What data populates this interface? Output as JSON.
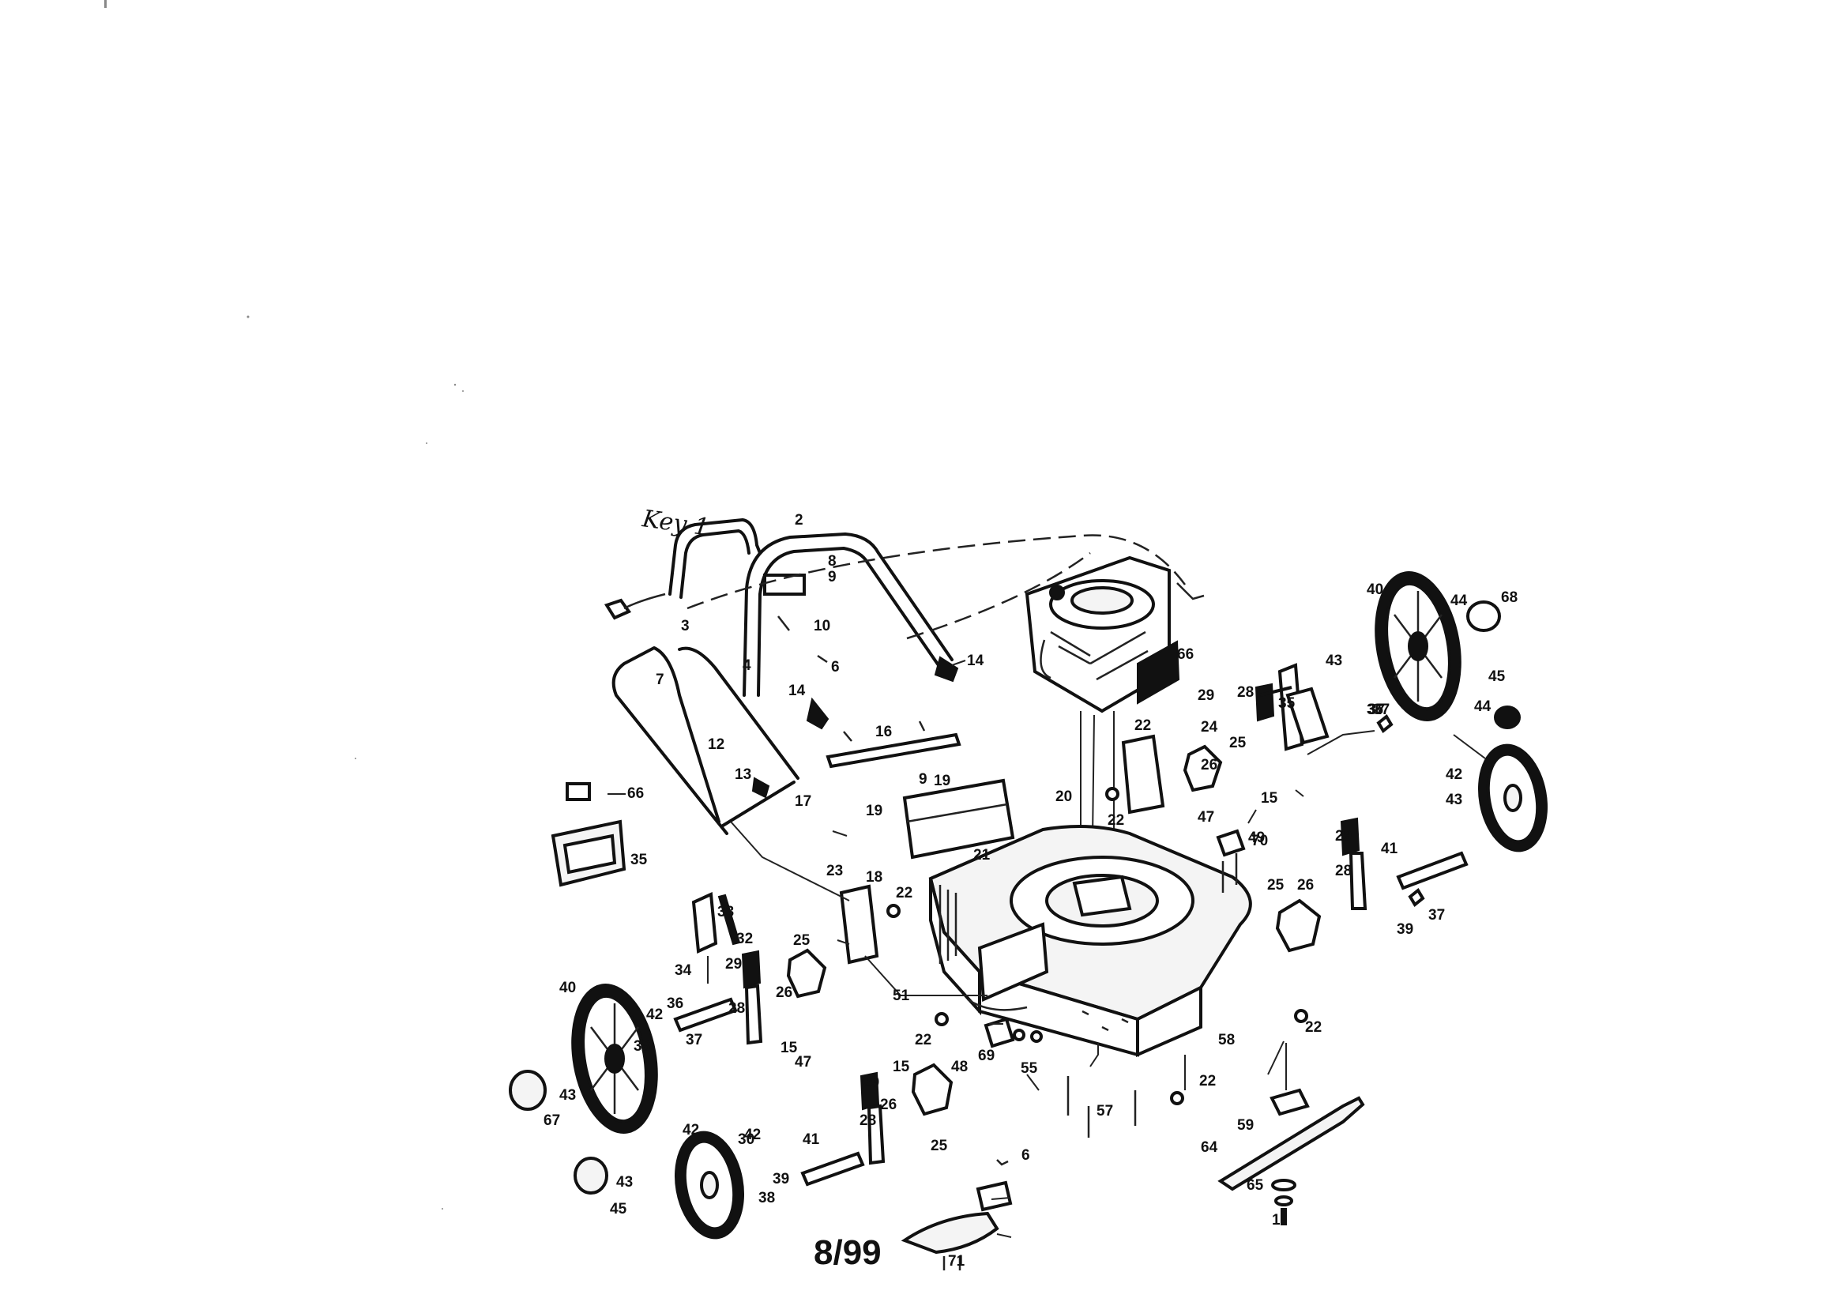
{
  "diagram": {
    "date_stamp": "8/99",
    "handwritten_note": "Key 1"
  },
  "callouts": [
    "1",
    "2",
    "3",
    "4",
    "6",
    "6",
    "7",
    "8",
    "9",
    "9",
    "10",
    "12",
    "13",
    "14",
    "14",
    "15",
    "15",
    "15",
    "16",
    "17",
    "18",
    "19",
    "19",
    "20",
    "21",
    "22",
    "22",
    "22",
    "22",
    "22",
    "22",
    "23",
    "24",
    "25",
    "25",
    "25",
    "25",
    "26",
    "26",
    "26",
    "26",
    "28",
    "28",
    "28",
    "28",
    "29",
    "29",
    "29",
    "29",
    "30",
    "32",
    "33",
    "34",
    "35",
    "35",
    "36",
    "36",
    "37",
    "37",
    "37",
    "37",
    "38",
    "38",
    "39",
    "39",
    "40",
    "40",
    "41",
    "41",
    "42",
    "42",
    "42",
    "42",
    "43",
    "43",
    "43",
    "43",
    "44",
    "44",
    "45",
    "45",
    "47",
    "47",
    "48",
    "49",
    "51",
    "55",
    "57",
    "58",
    "59",
    "64",
    "65",
    "66",
    "66",
    "67",
    "68",
    "69",
    "70",
    "71"
  ]
}
